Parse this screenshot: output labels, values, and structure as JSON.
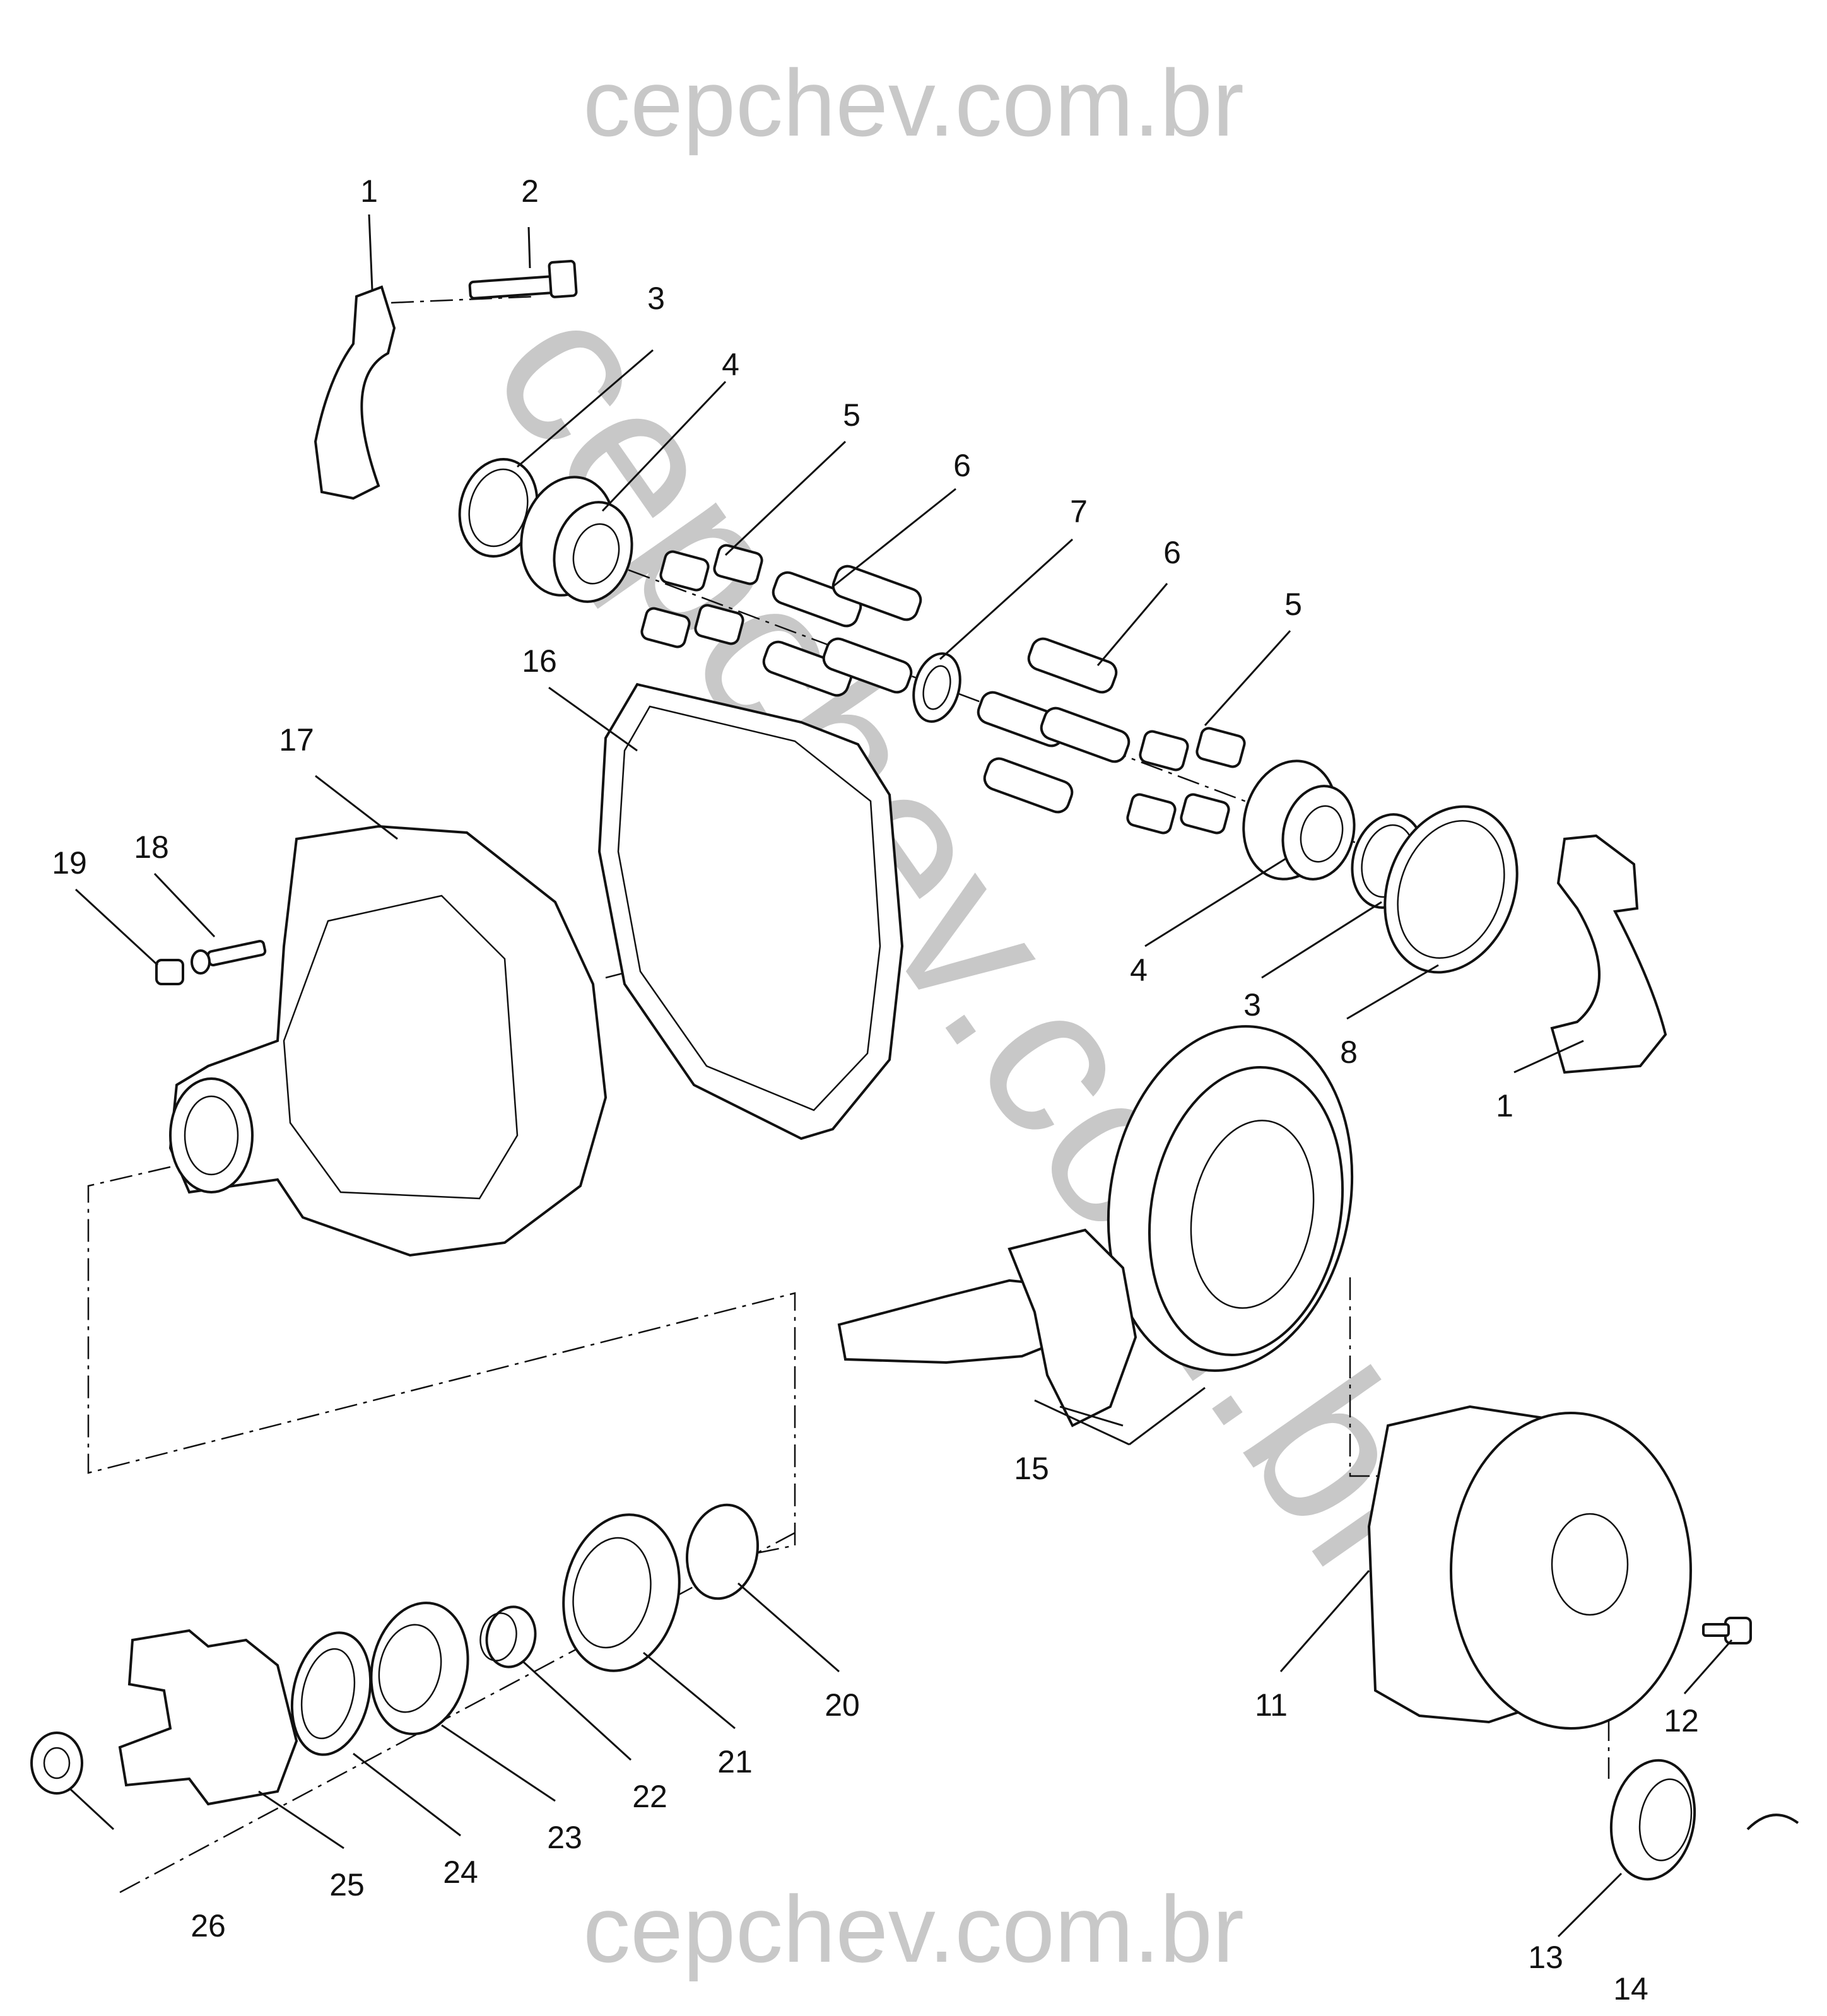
{
  "watermarks": {
    "top": "cepchev.com.br",
    "bottom": "cepchev.com.br",
    "diagonal": "cepchev.com.br",
    "color": "#c8c8c8"
  },
  "callouts": {
    "c1a": "1",
    "c2": "2",
    "c3a": "3",
    "c4a": "4",
    "c5a": "5",
    "c6a": "6",
    "c7": "7",
    "c6b": "6",
    "c5b": "5",
    "c16": "16",
    "c17": "17",
    "c18": "18",
    "c19": "19",
    "c4b": "4",
    "c3b": "3",
    "c8": "8",
    "c1b": "1",
    "c15": "15",
    "c11": "11",
    "c12": "12",
    "c20": "20",
    "c21": "21",
    "c22": "22",
    "c23": "23",
    "c24": "24",
    "c25": "25",
    "c26": "26",
    "c13": "13",
    "c14": "14"
  }
}
